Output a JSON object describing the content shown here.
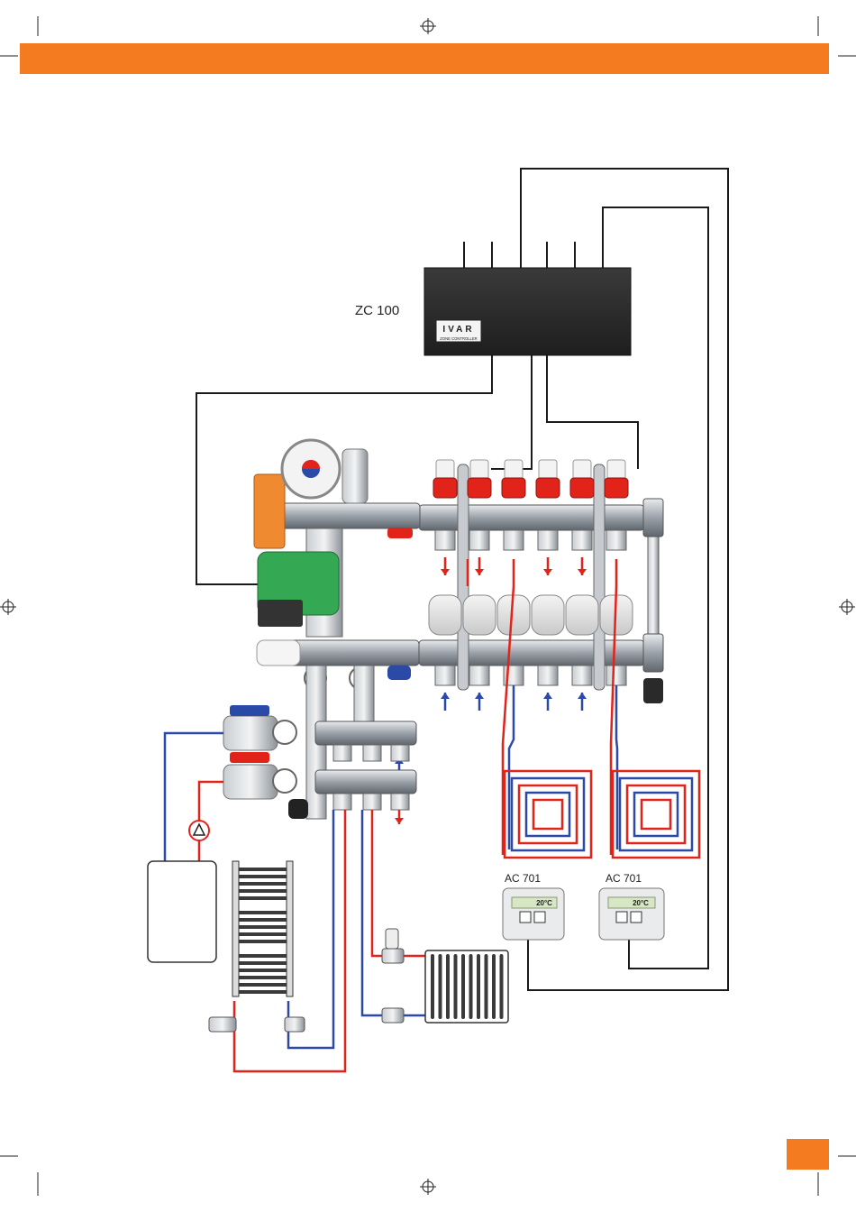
{
  "colors": {
    "accent": "#f47b20",
    "hot_pipe": "#e2231a",
    "cold_pipe": "#2b49a6",
    "wire": "#1a1a1a",
    "controller_body": "#2a2a2a"
  },
  "controller": {
    "label": "ZC 100",
    "brand": "IVAR",
    "caption": "ZONE CONTROLLER"
  },
  "thermostats": [
    {
      "label": "AC 701",
      "display": "20°C"
    },
    {
      "label": "AC 701",
      "display": "20°C"
    }
  ],
  "icons": {
    "registration_mark": "registration-crosshair-icon",
    "pump": "circulator-pump-icon",
    "boiler": "boiler-box-icon",
    "radiator": "radiator-icon",
    "towel_rail": "towel-rail-icon",
    "floor_loop": "floor-heating-loop-icon",
    "flow_arrow": "arrow-icon"
  }
}
